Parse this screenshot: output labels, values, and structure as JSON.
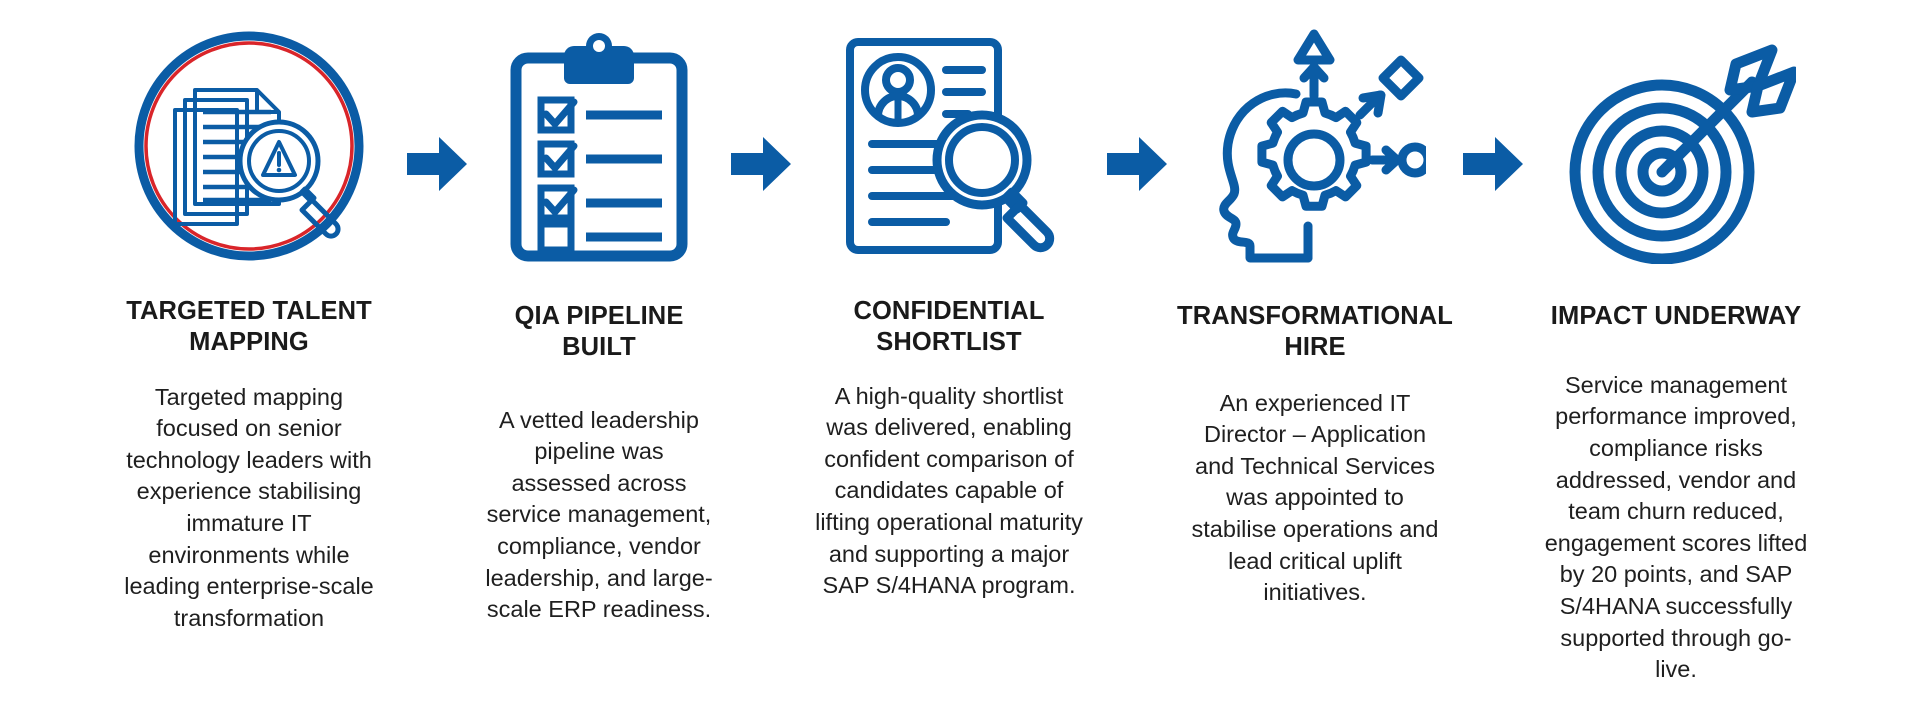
{
  "theme": {
    "brand_blue": "#0b5ca5",
    "accent_red": "#d9252a",
    "title_color": "#1a1a1a",
    "body_color": "#1f1f1f",
    "background": "#ffffff"
  },
  "steps": [
    {
      "id": "targeted-talent-mapping",
      "icon": "documents-magnifier-warning-icon",
      "title": "TARGETED TALENT MAPPING",
      "body": "Targeted mapping focused on senior technology leaders with experience stabilising immature IT environments while leading enterprise-scale transformation"
    },
    {
      "id": "qia-pipeline-built",
      "icon": "clipboard-checklist-icon",
      "title": "QIA PIPELINE BUILT",
      "body": "A vetted leadership pipeline was assessed across service management, compliance, vendor leadership, and large-scale ERP readiness."
    },
    {
      "id": "confidential-shortlist",
      "icon": "resume-profile-magnifier-icon",
      "title": "CONFIDENTIAL SHORTLIST",
      "body": "A high-quality shortlist was delivered, enabling confident comparison of candidates capable of lifting operational maturity and supporting a major SAP S/4HANA program."
    },
    {
      "id": "transformational-hire",
      "icon": "head-gear-innovation-icon",
      "title": "TRANSFORMATIONAL HIRE",
      "body": "An experienced IT Director – Application and Technical Services was appointed to stabilise operations and lead critical uplift initiatives."
    },
    {
      "id": "impact-underway",
      "icon": "target-arrow-bullseye-icon",
      "title": "IMPACT UNDERWAY",
      "body": "Service management performance improved, compliance risks addressed, vendor and team churn reduced, engagement scores lifted by 20 points, and SAP S/4HANA successfully supported through go-live."
    }
  ],
  "connectors": [
    {
      "id": "arrow-1-2",
      "icon": "right-arrow-icon"
    },
    {
      "id": "arrow-2-3",
      "icon": "right-arrow-icon"
    },
    {
      "id": "arrow-3-4",
      "icon": "right-arrow-icon"
    },
    {
      "id": "arrow-4-5",
      "icon": "right-arrow-icon"
    }
  ]
}
